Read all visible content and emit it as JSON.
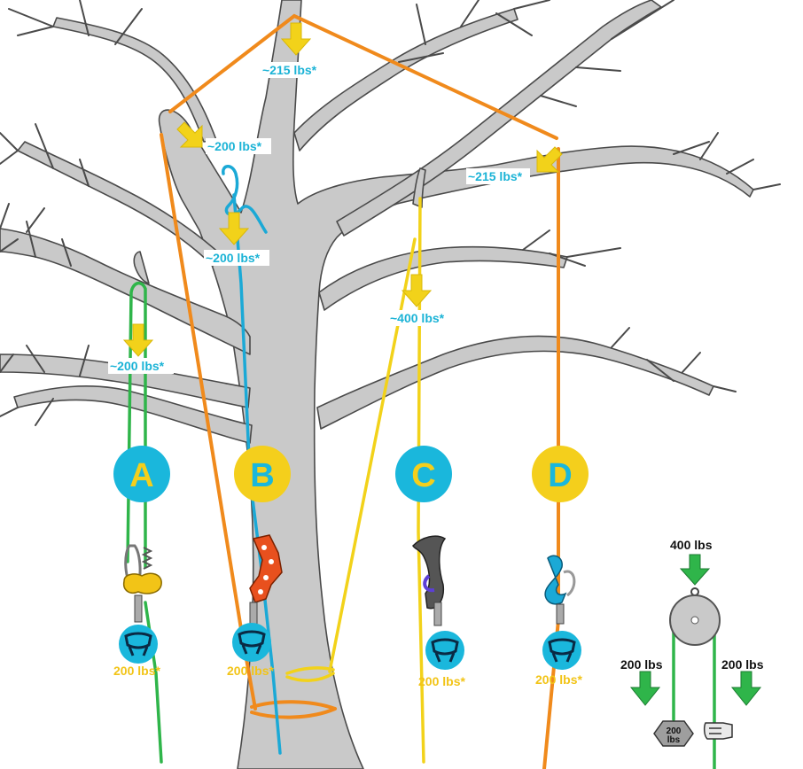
{
  "loads": {
    "top_anchor": "~215 lbs*",
    "left_branch_top": "~200 lbs*",
    "hitch_below": "~200 lbs*",
    "right_branch": "~215 lbs*",
    "center_branch": "~400 lbs*",
    "left_small_branch": "~200 lbs*"
  },
  "systems": [
    {
      "letter": "A",
      "weight": "200 lbs*"
    },
    {
      "letter": "B",
      "weight": "200 lbs*"
    },
    {
      "letter": "C",
      "weight": "200 lbs*"
    },
    {
      "letter": "D",
      "weight": "200 lbs*"
    }
  ],
  "pulley": {
    "top_load": "400 lbs",
    "left_load": "200 lbs",
    "right_load": "200 lbs",
    "weight_text_1": "200",
    "weight_text_2": "lbs"
  },
  "colors": {
    "orange_rope": "#f08a1c",
    "blue_rope": "#1ba9d6",
    "yellow_rope": "#f2d21a",
    "green_rope": "#2fb54a",
    "arrow_yellow": "#f2d21a",
    "arrow_green": "#2fb54a",
    "circle_cyan": "#1ab7dc",
    "circle_yellow": "#f4cf1c",
    "tree_gray": "#c9c9c9"
  },
  "icons": [
    "harness-icon",
    "carabiner-icon",
    "pulley-icon",
    "hand-icon",
    "weight-icon"
  ]
}
